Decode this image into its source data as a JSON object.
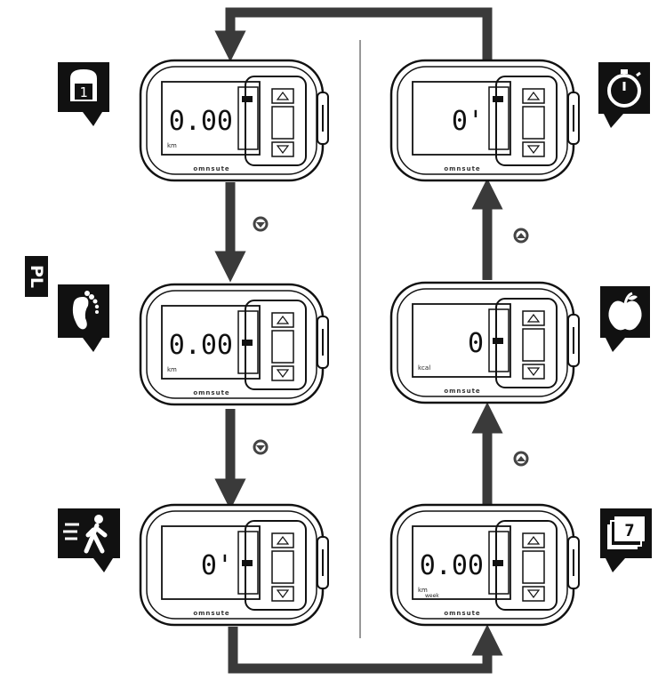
{
  "language_label": "PL",
  "brand": "omnsute",
  "colors": {
    "ink": "#111111",
    "arrow": "#3a3a3a",
    "device": "#ffffff",
    "badge": "#111111"
  },
  "devices": [
    {
      "id": "distance-today",
      "reading": "0.00",
      "unit": "km",
      "icon": "day-1-icon",
      "mode_label": ""
    },
    {
      "id": "steps",
      "reading": "0.00",
      "unit": "km",
      "icon": "footprint-icon",
      "mode_label": ""
    },
    {
      "id": "activity-time",
      "reading": "0'",
      "unit": "",
      "icon": "walking-person-icon",
      "mode_label": ""
    },
    {
      "id": "stopwatch",
      "reading": "0'",
      "unit": "",
      "icon": "stopwatch-icon",
      "mode_label": ""
    },
    {
      "id": "calories",
      "reading": "0",
      "unit": "kcal",
      "icon": "apple-icon",
      "mode_label": ""
    },
    {
      "id": "weekly",
      "reading": "0.00",
      "unit": "km",
      "unit2": "week",
      "icon": "calendar-7-icon",
      "mode_label": "7"
    }
  ],
  "badge_numbers": {
    "day": "1",
    "week": "7"
  }
}
